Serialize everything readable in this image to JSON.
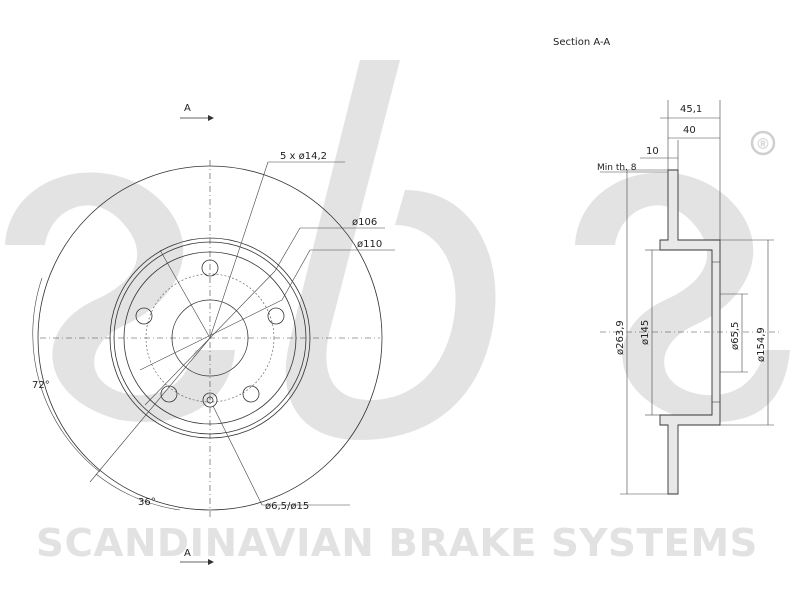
{
  "watermark": {
    "logo_text": "sbs",
    "registered_mark": "®",
    "company_name": "SCANDINAVIAN BRAKE SYSTEMS"
  },
  "front_view": {
    "section_marker_top": "A",
    "section_marker_bottom": "A",
    "bolt_holes_label": "5 x ø14,2",
    "pcd_label": "ø106",
    "hub_diameter_label": "ø110",
    "angle_72_label": "72°",
    "angle_36_label": "36°",
    "small_hole_label": "ø6,5/ø15"
  },
  "section_view": {
    "title": "Section A-A",
    "overall_width_label": "45,1",
    "hat_width_label": "40",
    "disc_thickness_label": "10",
    "min_thickness_label": "Min th. 8",
    "outer_diameter_label": "ø263,9",
    "inner_diameter_label": "ø145",
    "center_bore_label": "ø65,5",
    "hat_diameter_label": "ø154,9"
  }
}
